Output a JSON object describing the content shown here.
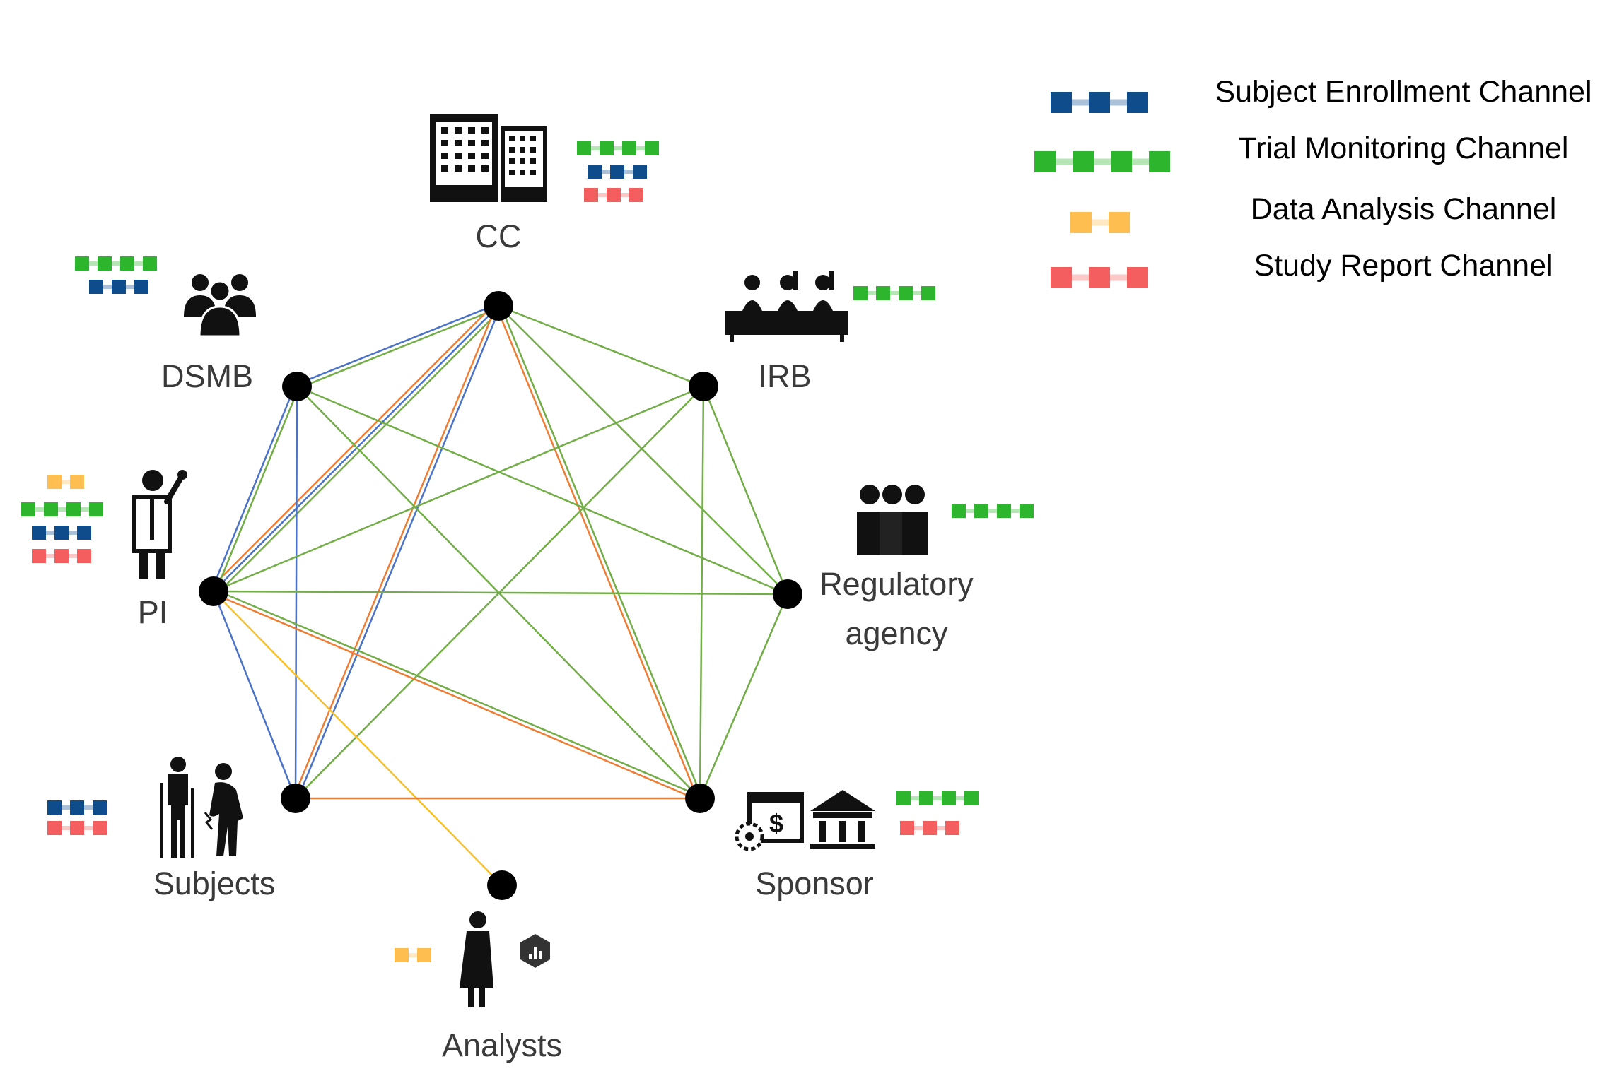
{
  "colors": {
    "subject_enrollment": "#0f4c8c",
    "trial_monitoring": "#2db52d",
    "data_analysis": "#ffbe4f",
    "study_report": "#f45e5e",
    "edge_blue": "#4a72c8",
    "edge_green": "#72ad47",
    "edge_orange": "#ee7d33",
    "edge_yellow": "#f7c12b",
    "node": "#000000",
    "label": "#3a3a3a"
  },
  "legend": [
    {
      "label": "Subject Enrollment Channel",
      "channel": "subject_enrollment",
      "squares": 3
    },
    {
      "label": "Trial Monitoring Channel",
      "channel": "trial_monitoring",
      "squares": 4
    },
    {
      "label": "Data Analysis Channel",
      "channel": "data_analysis",
      "squares": 2
    },
    {
      "label": "Study Report Channel",
      "channel": "study_report",
      "squares": 3
    }
  ],
  "nodes": [
    {
      "id": "cc",
      "label": "CC",
      "icon": "office-buildings-icon",
      "channels": [
        "trial_monitoring",
        "subject_enrollment",
        "study_report"
      ]
    },
    {
      "id": "irb",
      "label": "IRB",
      "icon": "review-board-panel-icon",
      "channels": [
        "trial_monitoring"
      ]
    },
    {
      "id": "regulatory",
      "label_lines": [
        "Regulatory",
        "agency"
      ],
      "icon": "regulators-group-icon",
      "channels": [
        "trial_monitoring"
      ]
    },
    {
      "id": "sponsor",
      "label": "Sponsor",
      "icon": "finance-institution-icon",
      "channels": [
        "trial_monitoring",
        "study_report"
      ]
    },
    {
      "id": "analysts",
      "label": "Analysts",
      "icon": "analyst-with-chart-icon",
      "channels": [
        "data_analysis"
      ]
    },
    {
      "id": "subjects",
      "label": "Subjects",
      "icon": "patients-icon",
      "channels": [
        "subject_enrollment",
        "study_report"
      ]
    },
    {
      "id": "pi",
      "label": "PI",
      "icon": "doctor-icon",
      "channels": [
        "data_analysis",
        "trial_monitoring",
        "subject_enrollment",
        "study_report"
      ]
    },
    {
      "id": "dsmb",
      "label": "DSMB",
      "icon": "group-of-people-icon",
      "channels": [
        "trial_monitoring",
        "subject_enrollment"
      ]
    }
  ],
  "edges": [
    {
      "from": "cc",
      "to": "irb",
      "colors": [
        "edge_green"
      ]
    },
    {
      "from": "cc",
      "to": "dsmb",
      "colors": [
        "edge_green",
        "edge_blue"
      ]
    },
    {
      "from": "cc",
      "to": "pi",
      "colors": [
        "edge_green",
        "edge_blue",
        "edge_orange"
      ]
    },
    {
      "from": "cc",
      "to": "subjects",
      "colors": [
        "edge_blue",
        "edge_orange"
      ]
    },
    {
      "from": "cc",
      "to": "sponsor",
      "colors": [
        "edge_green",
        "edge_orange"
      ]
    },
    {
      "from": "cc",
      "to": "regulatory",
      "colors": [
        "edge_green"
      ]
    },
    {
      "from": "dsmb",
      "to": "pi",
      "colors": [
        "edge_green",
        "edge_blue"
      ]
    },
    {
      "from": "dsmb",
      "to": "subjects",
      "colors": [
        "edge_blue"
      ]
    },
    {
      "from": "dsmb",
      "to": "regulatory",
      "colors": [
        "edge_green"
      ]
    },
    {
      "from": "dsmb",
      "to": "sponsor",
      "colors": [
        "edge_green"
      ]
    },
    {
      "from": "irb",
      "to": "pi",
      "colors": [
        "edge_green"
      ]
    },
    {
      "from": "irb",
      "to": "subjects",
      "colors": [
        "edge_green"
      ]
    },
    {
      "from": "irb",
      "to": "sponsor",
      "colors": [
        "edge_green"
      ]
    },
    {
      "from": "irb",
      "to": "regulatory",
      "colors": [
        "edge_green"
      ]
    },
    {
      "from": "pi",
      "to": "regulatory",
      "colors": [
        "edge_green"
      ]
    },
    {
      "from": "pi",
      "to": "sponsor",
      "colors": [
        "edge_green",
        "edge_orange"
      ]
    },
    {
      "from": "pi",
      "to": "subjects",
      "colors": [
        "edge_blue"
      ]
    },
    {
      "from": "pi",
      "to": "analysts",
      "colors": [
        "edge_yellow"
      ]
    },
    {
      "from": "subjects",
      "to": "sponsor",
      "colors": [
        "edge_orange"
      ]
    },
    {
      "from": "regulatory",
      "to": "sponsor",
      "colors": [
        "edge_green"
      ]
    }
  ]
}
